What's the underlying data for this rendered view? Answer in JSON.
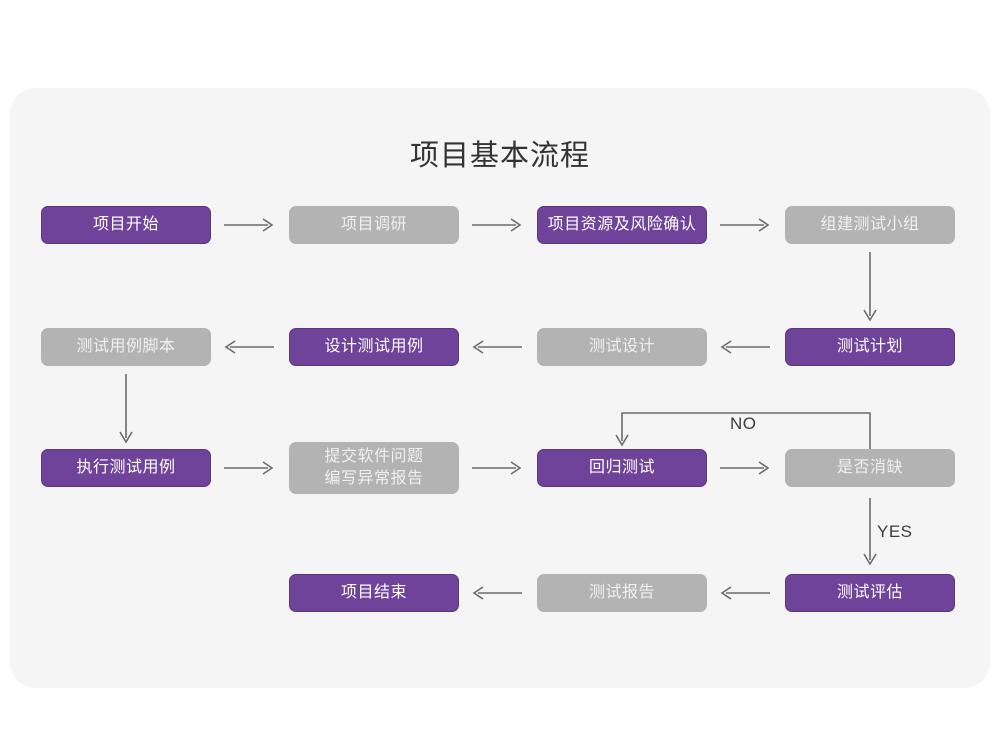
{
  "page": {
    "background_color": "#ffffff",
    "card_color": "#f5f5f6"
  },
  "chart": {
    "title": "项目基本流程",
    "type": "flowchart",
    "colors": {
      "purple_fill": "#70439b",
      "purple_border": "#5d3483",
      "purple_text": "#ffffff",
      "gray_fill": "#b3b3b3",
      "gray_text": "#f0f0f0",
      "arrow": "#6b6b6b",
      "title_text": "#333333"
    }
  },
  "chart_data": {
    "type": "diagram",
    "title": "项目基本流程",
    "nodes": [
      {
        "id": "n1",
        "label": "项目开始",
        "style": "purple",
        "row": 1,
        "col": 1
      },
      {
        "id": "n2",
        "label": "项目调研",
        "style": "gray",
        "row": 1,
        "col": 2
      },
      {
        "id": "n3",
        "label": "项目资源及风险确认",
        "style": "purple",
        "row": 1,
        "col": 3
      },
      {
        "id": "n4",
        "label": "组建测试小组",
        "style": "gray",
        "row": 1,
        "col": 4
      },
      {
        "id": "n5",
        "label": "测试用例脚本",
        "style": "gray",
        "row": 2,
        "col": 1
      },
      {
        "id": "n6",
        "label": "设计测试用例",
        "style": "purple",
        "row": 2,
        "col": 2
      },
      {
        "id": "n7",
        "label": "测试设计",
        "style": "gray",
        "row": 2,
        "col": 3
      },
      {
        "id": "n8",
        "label": "测试计划",
        "style": "purple",
        "row": 2,
        "col": 4
      },
      {
        "id": "n9",
        "label": "执行测试用例",
        "style": "purple",
        "row": 3,
        "col": 1
      },
      {
        "id": "n10",
        "label": "提交软件问题\n编写异常报告",
        "style": "gray",
        "row": 3,
        "col": 2
      },
      {
        "id": "n11",
        "label": "回归测试",
        "style": "purple",
        "row": 3,
        "col": 3
      },
      {
        "id": "n12",
        "label": "是否消缺",
        "style": "gray",
        "row": 3,
        "col": 4
      },
      {
        "id": "n13",
        "label": "项目结束",
        "style": "purple",
        "row": 4,
        "col": 2
      },
      {
        "id": "n14",
        "label": "测试报告",
        "style": "gray",
        "row": 4,
        "col": 3
      },
      {
        "id": "n15",
        "label": "测试评估",
        "style": "purple",
        "row": 4,
        "col": 4
      }
    ],
    "edges": [
      {
        "from": "n1",
        "to": "n2",
        "label": "",
        "direction": "right"
      },
      {
        "from": "n2",
        "to": "n3",
        "label": "",
        "direction": "right"
      },
      {
        "from": "n3",
        "to": "n4",
        "label": "",
        "direction": "right"
      },
      {
        "from": "n4",
        "to": "n8",
        "label": "",
        "direction": "down"
      },
      {
        "from": "n8",
        "to": "n7",
        "label": "",
        "direction": "left"
      },
      {
        "from": "n7",
        "to": "n6",
        "label": "",
        "direction": "left"
      },
      {
        "from": "n6",
        "to": "n5",
        "label": "",
        "direction": "left"
      },
      {
        "from": "n5",
        "to": "n9",
        "label": "",
        "direction": "down"
      },
      {
        "from": "n9",
        "to": "n10",
        "label": "",
        "direction": "right"
      },
      {
        "from": "n10",
        "to": "n11",
        "label": "",
        "direction": "right"
      },
      {
        "from": "n11",
        "to": "n12",
        "label": "",
        "direction": "right"
      },
      {
        "from": "n12",
        "to": "n11",
        "label": "NO",
        "direction": "loop-up-left-down"
      },
      {
        "from": "n12",
        "to": "n15",
        "label": "YES",
        "direction": "down"
      },
      {
        "from": "n15",
        "to": "n14",
        "label": "",
        "direction": "left"
      },
      {
        "from": "n14",
        "to": "n13",
        "label": "",
        "direction": "left"
      }
    ],
    "edge_labels": [
      {
        "id": "no-label",
        "text": "NO"
      },
      {
        "id": "yes-label",
        "text": "YES"
      }
    ]
  }
}
